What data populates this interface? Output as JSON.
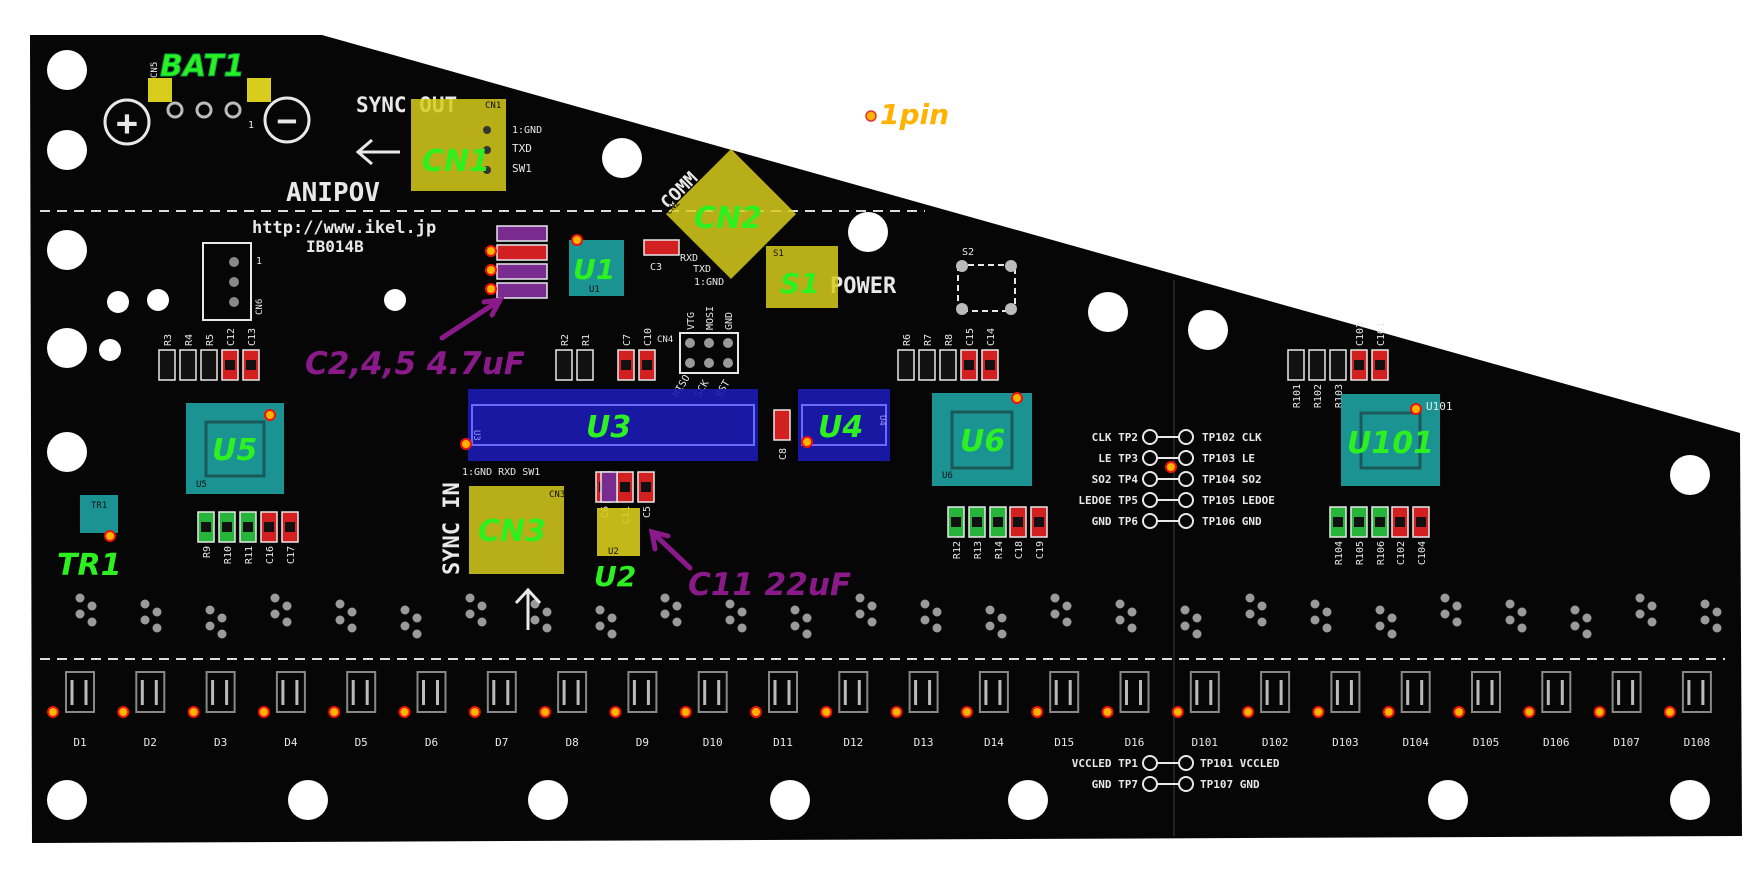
{
  "board": {
    "silkscreen": {
      "title": "ANIPOV",
      "url": "http://www.ikel.jp",
      "part": "IB014B",
      "sync_out": "SYNC OUT",
      "sync_in": "SYNC IN",
      "comm": "COMM",
      "power": "POWER",
      "plus": "+",
      "minus": "−",
      "cn1_pins": [
        "1:GND",
        "TXD",
        "SW1"
      ],
      "cn1_tag": "CN1",
      "cn2_pins": [
        "RXD",
        "TXD",
        "1:GND"
      ],
      "cn2_tag": "CN2",
      "cn3_pins": "1:GND RXD SW1",
      "cn3_tag": "CN3",
      "cn4_tag": "CN4",
      "cn5_tag": "CN5",
      "cn6_tag": "CN6",
      "cn6_num": "1",
      "isp_top": [
        "VTG",
        "MOSI",
        "GND"
      ],
      "isp_bottom": [
        "MISO",
        "SCK",
        "RST"
      ],
      "bat_num": "1",
      "s1_tag": "S1",
      "s2_tag": "S2",
      "tr1_tag": "TR1",
      "u1_tag": "U1",
      "u2_tag": "U2",
      "u3_tag": "U3",
      "u4_tag": "U4",
      "u5_tag": "U5",
      "u6_tag": "U6",
      "u101_tag": "U101",
      "tp_left": [
        "CLK TP2",
        "LE TP3",
        "SO2 TP4",
        "LEDOE TP5",
        "GND TP6"
      ],
      "tp_right": [
        "TP102 CLK",
        "TP103 LE",
        "TP104 SO2",
        "TP105 LEDOE",
        "TP106 GND"
      ],
      "tp_bottom_left": [
        "VCCLED TP1",
        "GND TP7"
      ],
      "tp_bottom_right": [
        "TP101 VCCLED",
        "TP107 GND"
      ],
      "diodes": [
        "D1",
        "D2",
        "D3",
        "D4",
        "D5",
        "D6",
        "D7",
        "D8",
        "D9",
        "D10",
        "D11",
        "D12",
        "D13",
        "D14",
        "D15",
        "D16",
        "D101",
        "D102",
        "D103",
        "D104",
        "D105",
        "D106",
        "D107",
        "D108"
      ],
      "r_left": [
        "R3",
        "R4",
        "R5"
      ],
      "c_left": [
        "C12",
        "C13"
      ],
      "r_left_bottom": [
        "R9",
        "R10",
        "R11"
      ],
      "c_left_bottom": [
        "C16",
        "C17"
      ],
      "r_mid": [
        "R2",
        "R1"
      ],
      "c_mid": [
        "C7",
        "C10"
      ],
      "c_u2": [
        "C6",
        "C11",
        "C5"
      ],
      "c3_tag": "C3",
      "c8_tag": "C8",
      "r_right": [
        "R6",
        "R7",
        "R8"
      ],
      "c_right": [
        "C15",
        "C14"
      ],
      "r_right_bottom": [
        "R12",
        "R13",
        "R14"
      ],
      "c_right_bottom": [
        "C18",
        "C19"
      ],
      "r_far": [
        "R101",
        "R102",
        "R103"
      ],
      "c_far": [
        "C103",
        "C101"
      ],
      "r_far_bottom": [
        "R104",
        "R105",
        "R106"
      ],
      "c_far_bottom": [
        "C102",
        "C104"
      ]
    },
    "overlay": {
      "bat1": "BAT1",
      "cn1": "CN1",
      "cn2": "CN2",
      "cn3": "CN3",
      "s1": "S1",
      "u1": "U1",
      "u2": "U2",
      "u3": "U3",
      "u4": "U4",
      "u5": "U5",
      "u6": "U6",
      "u101": "U101",
      "tr1": "TR1",
      "note_c245": "C2,4,5 4.7uF",
      "note_c11": "C11 22uF",
      "pin1": "1pin"
    }
  },
  "colors": {
    "board": "#060606",
    "silk": "#e8e8e8",
    "connector": "#d8cc1c",
    "ic": "#1fa3a3",
    "cpu": "#1a1ab0",
    "cap_red": "#d21f1f",
    "cap_green": "#27b43b",
    "cap_purple": "#7a2b8f",
    "label_green": "#2df020",
    "note_purple": "#8a1a8a",
    "pin1": "#ffb200"
  }
}
